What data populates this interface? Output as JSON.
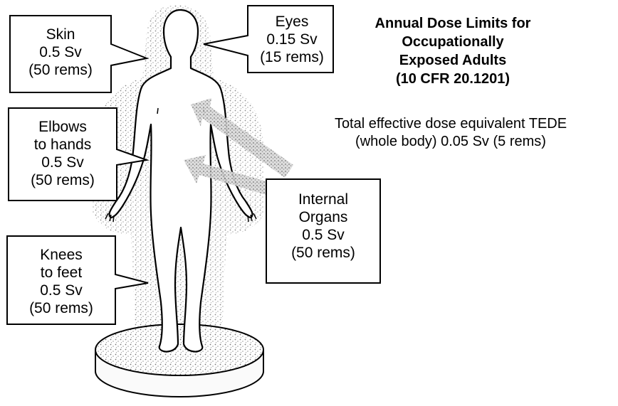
{
  "title": {
    "line1": "Annual Dose Limits for",
    "line2": "Occupationally",
    "line3": "Exposed Adults",
    "line4": "(10 CFR 20.1201)"
  },
  "tede": {
    "line1": "Total effective dose equivalent TEDE",
    "line2": "(whole body) 0.05 Sv (5 rems)"
  },
  "callouts": {
    "skin": {
      "line1": "Skin",
      "line2": "0.5 Sv",
      "line3": "(50 rems)"
    },
    "eyes": {
      "line1": "Eyes",
      "line2": "0.15 Sv",
      "line3": "(15 rems)"
    },
    "elbows": {
      "line1": "Elbows",
      "line2": "to hands",
      "line3": "0.5 Sv",
      "line4": "(50 rems)"
    },
    "internal": {
      "line1": "Internal",
      "line2": "Organs",
      "line3": "0.5 Sv",
      "line4": "(50 rems)"
    },
    "knees": {
      "line1": "Knees",
      "line2": "to feet",
      "line3": "0.5 Sv",
      "line4": "(50 rems)"
    }
  }
}
